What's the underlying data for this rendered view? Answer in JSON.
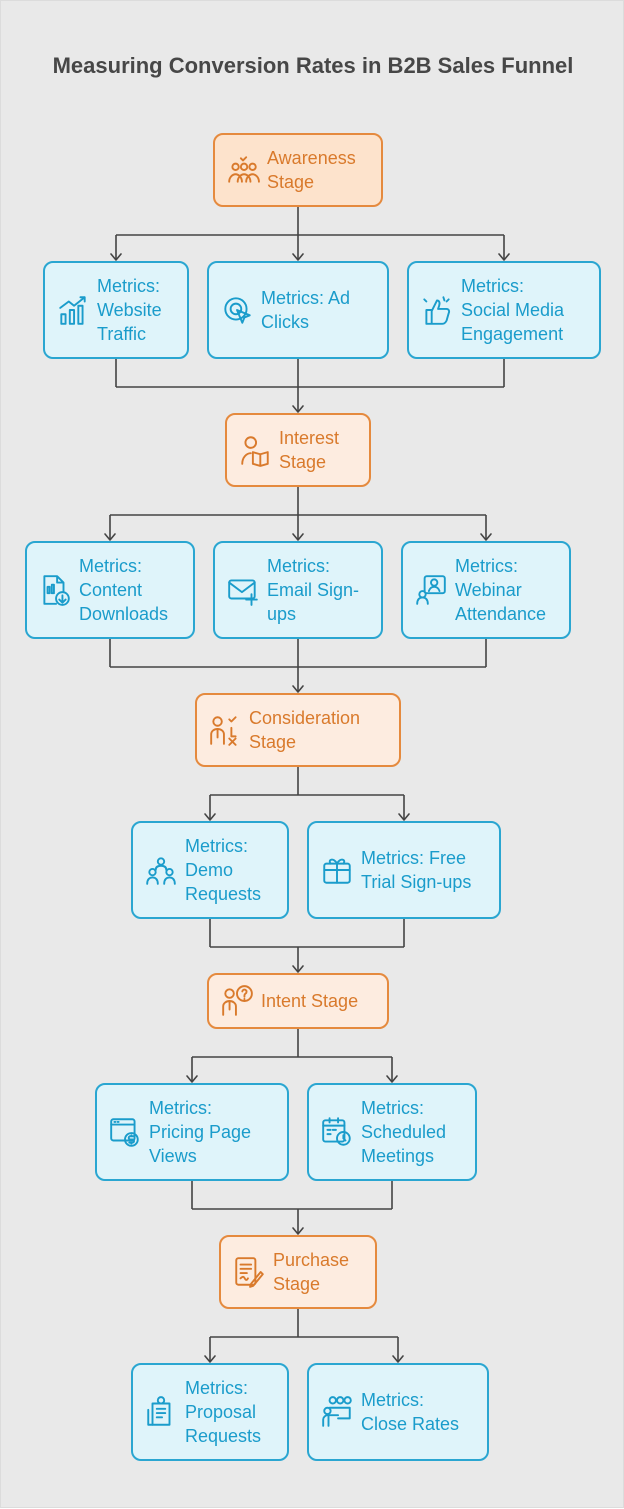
{
  "title": "Measuring Conversion Rates in B2B Sales Funnel",
  "colors": {
    "stage_fill": "#fde3cc",
    "stage_border": "#e58a3e",
    "stage_text": "#d97a2c",
    "metric_fill": "#dff4fa",
    "metric_border": "#2aa6d1",
    "metric_text": "#1a9ccb",
    "connector": "#444444",
    "background": "#e9e9e9"
  },
  "stages": [
    {
      "label": "Awareness\nStage",
      "icon": "audience-icon",
      "metrics": [
        {
          "label": "Metrics:\nWebsite\nTraffic",
          "icon": "growth-chart-icon"
        },
        {
          "label": "Metrics: Ad\nClicks",
          "icon": "click-cursor-icon"
        },
        {
          "label": "Metrics:\nSocial Media\nEngagement",
          "icon": "thumbs-up-icon"
        }
      ]
    },
    {
      "label": "Interest\nStage",
      "icon": "reader-icon",
      "metrics": [
        {
          "label": "Metrics:\nContent\nDownloads",
          "icon": "document-download-icon"
        },
        {
          "label": "Metrics:\nEmail Sign-\nups",
          "icon": "email-add-icon"
        },
        {
          "label": "Metrics:\nWebinar\nAttendance",
          "icon": "webinar-icon"
        }
      ]
    },
    {
      "label": "Consideration\nStage",
      "icon": "decision-person-icon",
      "metrics": [
        {
          "label": "Metrics:\nDemo\nRequests",
          "icon": "team-icon"
        },
        {
          "label": "Metrics: Free\nTrial Sign-ups",
          "icon": "gift-icon"
        }
      ]
    },
    {
      "label": "Intent Stage",
      "icon": "question-person-icon",
      "metrics": [
        {
          "label": "Metrics:\nPricing Page\nViews",
          "icon": "pricing-page-icon"
        },
        {
          "label": "Metrics:\nScheduled\nMeetings",
          "icon": "calendar-clock-icon"
        }
      ]
    },
    {
      "label": "Purchase\nStage",
      "icon": "contract-sign-icon",
      "metrics": [
        {
          "label": "Metrics:\nProposal\nRequests",
          "icon": "proposal-icon"
        },
        {
          "label": "Metrics:\nClose Rates",
          "icon": "presentation-icon"
        }
      ]
    }
  ]
}
